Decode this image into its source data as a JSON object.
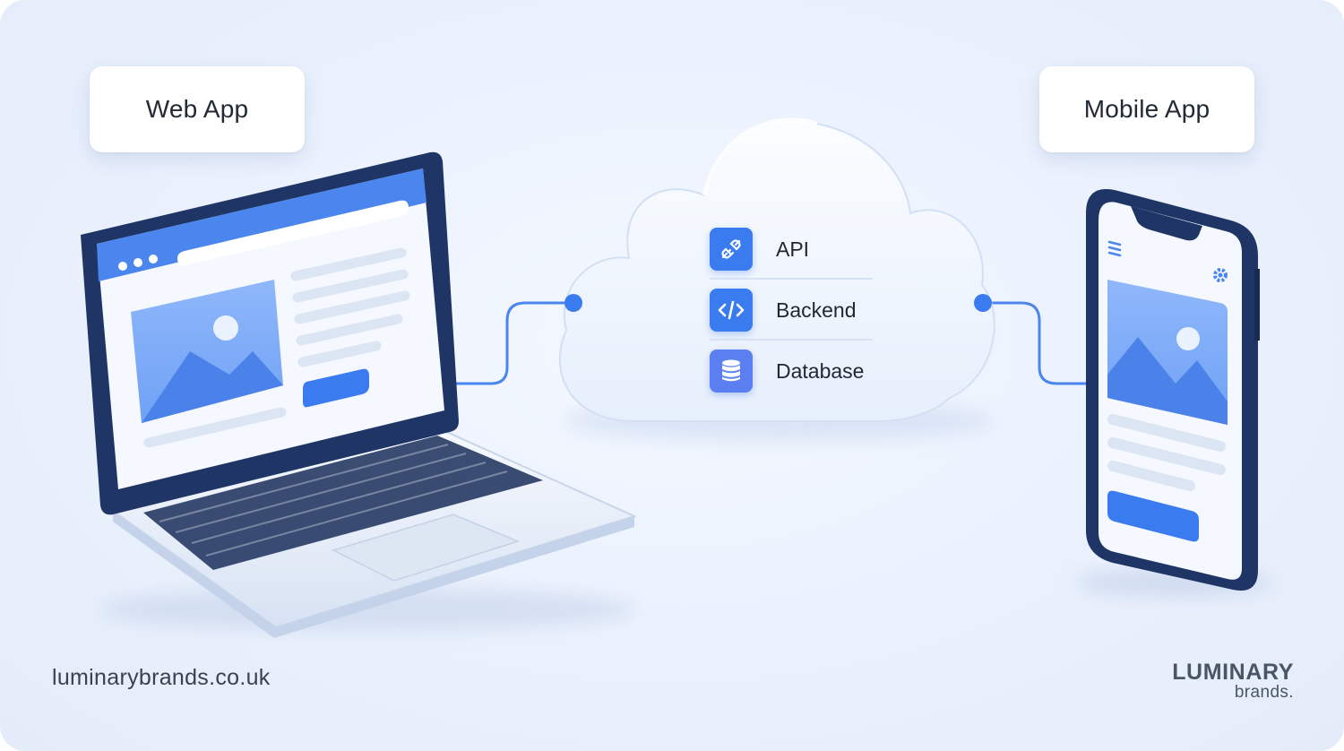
{
  "labels": {
    "web_app": "Web App",
    "mobile_app": "Mobile App"
  },
  "cloud": {
    "services": [
      {
        "label": "API",
        "icon": "plug-icon"
      },
      {
        "label": "Backend",
        "icon": "code-icon"
      },
      {
        "label": "Database",
        "icon": "database-icon"
      }
    ]
  },
  "footer": {
    "website": "luminarybrands.co.uk",
    "brand_name": "LUMINARY",
    "brand_sub": "brands."
  },
  "colors": {
    "accent": "#3b7bf0",
    "connector": "#4a86ee",
    "device_frame": "#1e3566",
    "text": "#222a36"
  }
}
